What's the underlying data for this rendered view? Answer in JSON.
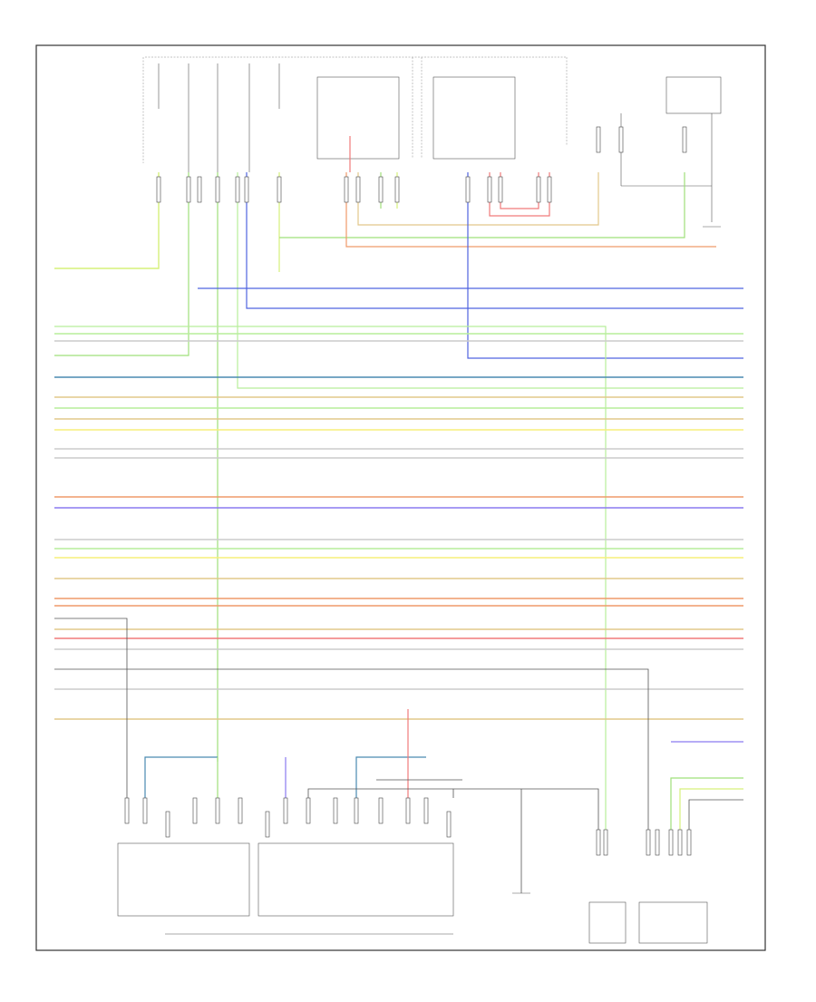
{
  "page_label": "",
  "colors": {
    "frame": "#333333",
    "yellow_green": "#d6f07a",
    "green": "#9fe07a",
    "light_green": "#b7ee9a",
    "blue": "#4f63e0",
    "steel_blue": "#4a8ab0",
    "tan": "#e2c88a",
    "yellow": "#f7ef7a",
    "gray": "#cccccc",
    "orange": "#ef9a6a",
    "red": "#f07a7a",
    "violet": "#8a7af0",
    "dark": "#555555"
  },
  "components": [
    {
      "id": "top-left-module",
      "label": ""
    },
    {
      "id": "relay-1",
      "label": ""
    },
    {
      "id": "relay-2",
      "label": ""
    },
    {
      "id": "left-top-module",
      "label": ""
    },
    {
      "id": "right-top-switch",
      "label": ""
    },
    {
      "id": "ground-g",
      "label": ""
    },
    {
      "id": "bottom-center-ground",
      "label": ""
    },
    {
      "id": "bottom-module-a",
      "label": ""
    },
    {
      "id": "bottom-module-b",
      "label": ""
    },
    {
      "id": "bottom-caption",
      "label": ""
    }
  ]
}
